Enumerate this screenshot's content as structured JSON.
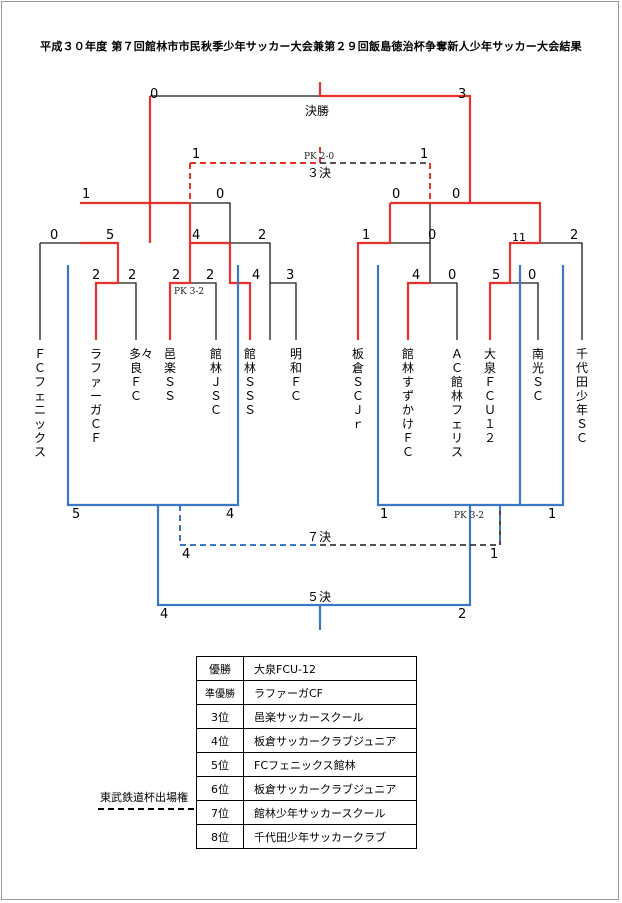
{
  "title": "平成３０年度 第７回館林市市民秋季少年サッカー大会兼第２９回飯島徳治杯争奪新人少年サッカー大会結果",
  "teams": [
    "ＦＣフェニックス",
    "ラファーガＣＦ",
    "多々良ＦＣ",
    "邑楽ＳＳ",
    "館林ＪＳＣ",
    "館林ＳＳＳ",
    "明和ＦＣ",
    "板倉ＳＣＪｒ",
    "館林すずかけＦＣ",
    "ＡＣ館林フェリス",
    "大泉ＦＣＵ１２",
    "南光ＳＣ",
    "千代田少年ＳＣ"
  ],
  "round_labels": {
    "final": "決勝",
    "third": "３決",
    "seventh": "７決",
    "fifth": "５決"
  },
  "pk": {
    "third": "PK 2-0",
    "r1": "PK 3-2",
    "seventh": "PK 3-2"
  },
  "scores": {
    "final_l": "0",
    "final_r": "3",
    "third_l": "1",
    "third_r": "1",
    "sf_l_l": "1",
    "sf_l_r": "0",
    "sf_r_l": "0",
    "sf_r_r": "0",
    "qf1_l": "0",
    "qf1_r": "5",
    "qf2_l": "4",
    "qf2_r": "2",
    "qf3_l": "1",
    "qf3_r": "0",
    "qf4_l": "11",
    "qf4_r": "2",
    "r1a_l": "2",
    "r1a_r": "2",
    "r1b_l": "2",
    "r1b_r": "2",
    "r1c_l": "4",
    "r1c_r": "3",
    "r1d_l": "4",
    "r1d_r": "0",
    "r1e_l": "5",
    "r1e_r": "0",
    "cons_l_l": "5",
    "cons_l_r": "4",
    "cons_r_l": "1",
    "cons_r_r": "1",
    "sev_l": "4",
    "sev_r": "1",
    "fifth_l": "4",
    "fifth_r": "2"
  },
  "results": [
    {
      "rank": "優勝",
      "team": "大泉FCU-12"
    },
    {
      "rank": "準優勝",
      "team": "ラファーガCF"
    },
    {
      "rank": "3位",
      "team": "邑楽サッカースクール"
    },
    {
      "rank": "4位",
      "team": "板倉サッカークラブジュニア"
    },
    {
      "rank": "5位",
      "team": "FCフェニックス館林"
    },
    {
      "rank": "6位",
      "team": "板倉サッカークラブジュニア"
    },
    {
      "rank": "7位",
      "team": "館林少年サッカースクール"
    },
    {
      "rank": "8位",
      "team": "千代田少年サッカークラブ"
    }
  ],
  "note": "東武鉄道杯出場権",
  "colors": {
    "win": "#e8322b",
    "lose": "#1a1a1a",
    "cons": "#3b78c3",
    "frame": "#9a9a9a"
  }
}
